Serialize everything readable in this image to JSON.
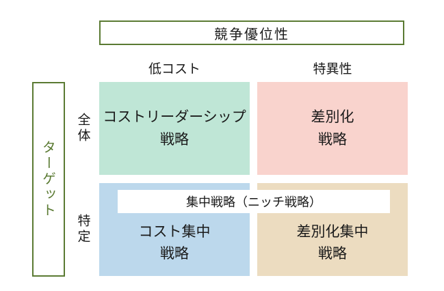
{
  "header": {
    "title": "競争優位性"
  },
  "columns": [
    {
      "label": "低コスト"
    },
    {
      "label": "特異性"
    }
  ],
  "side": {
    "label": "ターゲット"
  },
  "rows": [
    {
      "label": "全体"
    },
    {
      "label": "特定"
    }
  ],
  "cells": {
    "top_left": {
      "line1": "コストリーダーシップ",
      "line2": "戦略"
    },
    "top_right": {
      "line1": "差別化",
      "line2": "戦略"
    },
    "bottom_left": {
      "line1": "コスト集中",
      "line2": "戦略"
    },
    "bottom_right": {
      "line1": "差別化集中",
      "line2": "戦略"
    }
  },
  "banner": {
    "label": "集中戦略（ニッチ戦略）"
  },
  "colors": {
    "border": "#5a7a32",
    "cost_leadership": "#bfe6d6",
    "differentiation": "#f9d3cd",
    "cost_focus": "#bcd8ec",
    "differentiation_focus": "#ecdcc0"
  }
}
